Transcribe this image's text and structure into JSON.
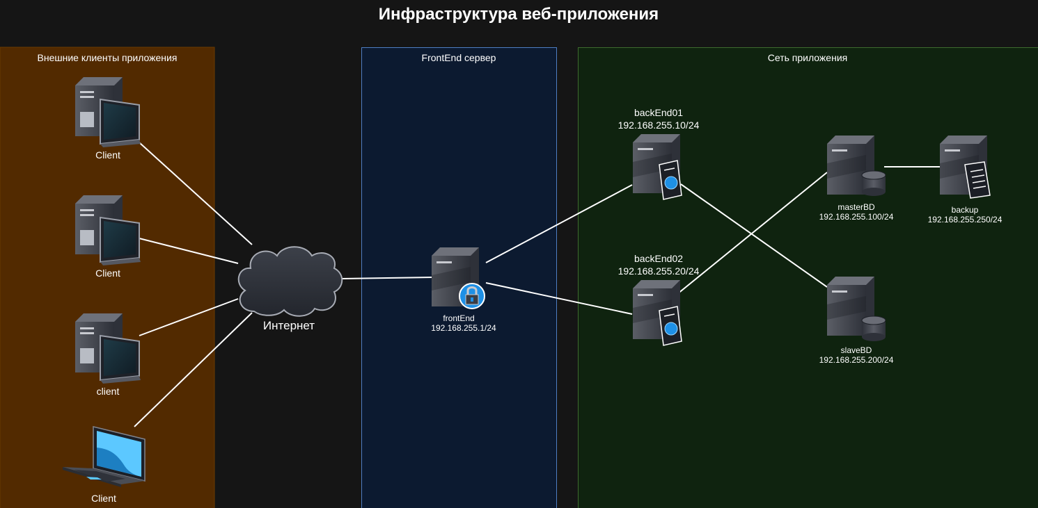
{
  "title": "Инфраструктура веб-приложения",
  "colors": {
    "background": "#151515",
    "clients_zone_fill": "#522a00",
    "frontend_zone_fill": "#0c1a30",
    "frontend_zone_border": "#4f7fc4",
    "app_network_fill": "#0f230f",
    "app_network_border": "#3e6b2f",
    "link": "#ffffff",
    "accent_blue": "#1e90e6"
  },
  "zones": {
    "clients": {
      "label": "Внешние клиенты приложения"
    },
    "frontend": {
      "label": "FrontEnd сервер"
    },
    "app_network": {
      "label": "Сеть приложения"
    }
  },
  "nodes": {
    "client1": {
      "label": "Client",
      "icon": "desktop-pc-icon"
    },
    "client2": {
      "label": "Client",
      "icon": "desktop-pc-icon"
    },
    "client3": {
      "label": "client",
      "icon": "desktop-pc-icon"
    },
    "client4": {
      "label": "Client",
      "icon": "laptop-icon"
    },
    "internet": {
      "label": "Интернет",
      "icon": "cloud-icon"
    },
    "frontend": {
      "name": "frontEnd",
      "ip": "192.168.255.1/24",
      "icon": "secure-server-icon"
    },
    "backend01": {
      "name": "backEnd01",
      "ip": "192.168.255.10/24",
      "icon": "web-server-icon"
    },
    "backend02": {
      "name": "backEnd02",
      "ip": "192.168.255.20/24",
      "icon": "web-server-icon"
    },
    "masterbd": {
      "name": "masterBD",
      "ip": "192.168.255.100/24",
      "icon": "database-server-icon"
    },
    "slavebd": {
      "name": "slaveBD",
      "ip": "192.168.255.200/24",
      "icon": "database-server-icon"
    },
    "backup": {
      "name": "backup",
      "ip": "192.168.255.250/24",
      "icon": "file-server-icon"
    }
  },
  "links": [
    {
      "from": "client1",
      "to": "internet"
    },
    {
      "from": "client2",
      "to": "internet"
    },
    {
      "from": "client3",
      "to": "internet"
    },
    {
      "from": "client4",
      "to": "internet"
    },
    {
      "from": "internet",
      "to": "frontend"
    },
    {
      "from": "frontend",
      "to": "backend01"
    },
    {
      "from": "frontend",
      "to": "backend02"
    },
    {
      "from": "backend01",
      "to": "slavebd"
    },
    {
      "from": "backend02",
      "to": "masterbd"
    },
    {
      "from": "masterbd",
      "to": "backup"
    }
  ]
}
